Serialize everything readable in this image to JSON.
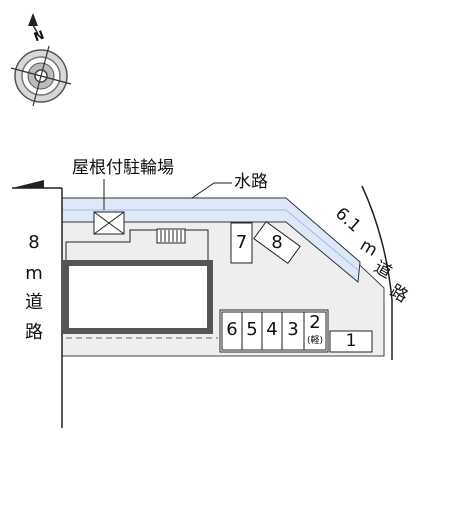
{
  "compass": {
    "north_letter": "N"
  },
  "labels": {
    "bicycle_parking": "屋根付駐輪場",
    "waterway": "水路"
  },
  "roads": {
    "left": {
      "width": "8",
      "unit": "m",
      "c1": "道",
      "c2": "路"
    },
    "right": {
      "width": "6.1",
      "unit": "m",
      "c1": "道",
      "c2": "路"
    }
  },
  "parking": {
    "spaces": [
      {
        "num": "6"
      },
      {
        "num": "5"
      },
      {
        "num": "4"
      },
      {
        "num": "3"
      },
      {
        "num": "2",
        "note": "(軽)"
      },
      {
        "num": "1"
      },
      {
        "num": "7"
      },
      {
        "num": "8"
      }
    ]
  },
  "colors": {
    "lot": "#eeeeee",
    "waterway": "#dde8f8",
    "line": "#333333",
    "building_frame": "#555555"
  }
}
